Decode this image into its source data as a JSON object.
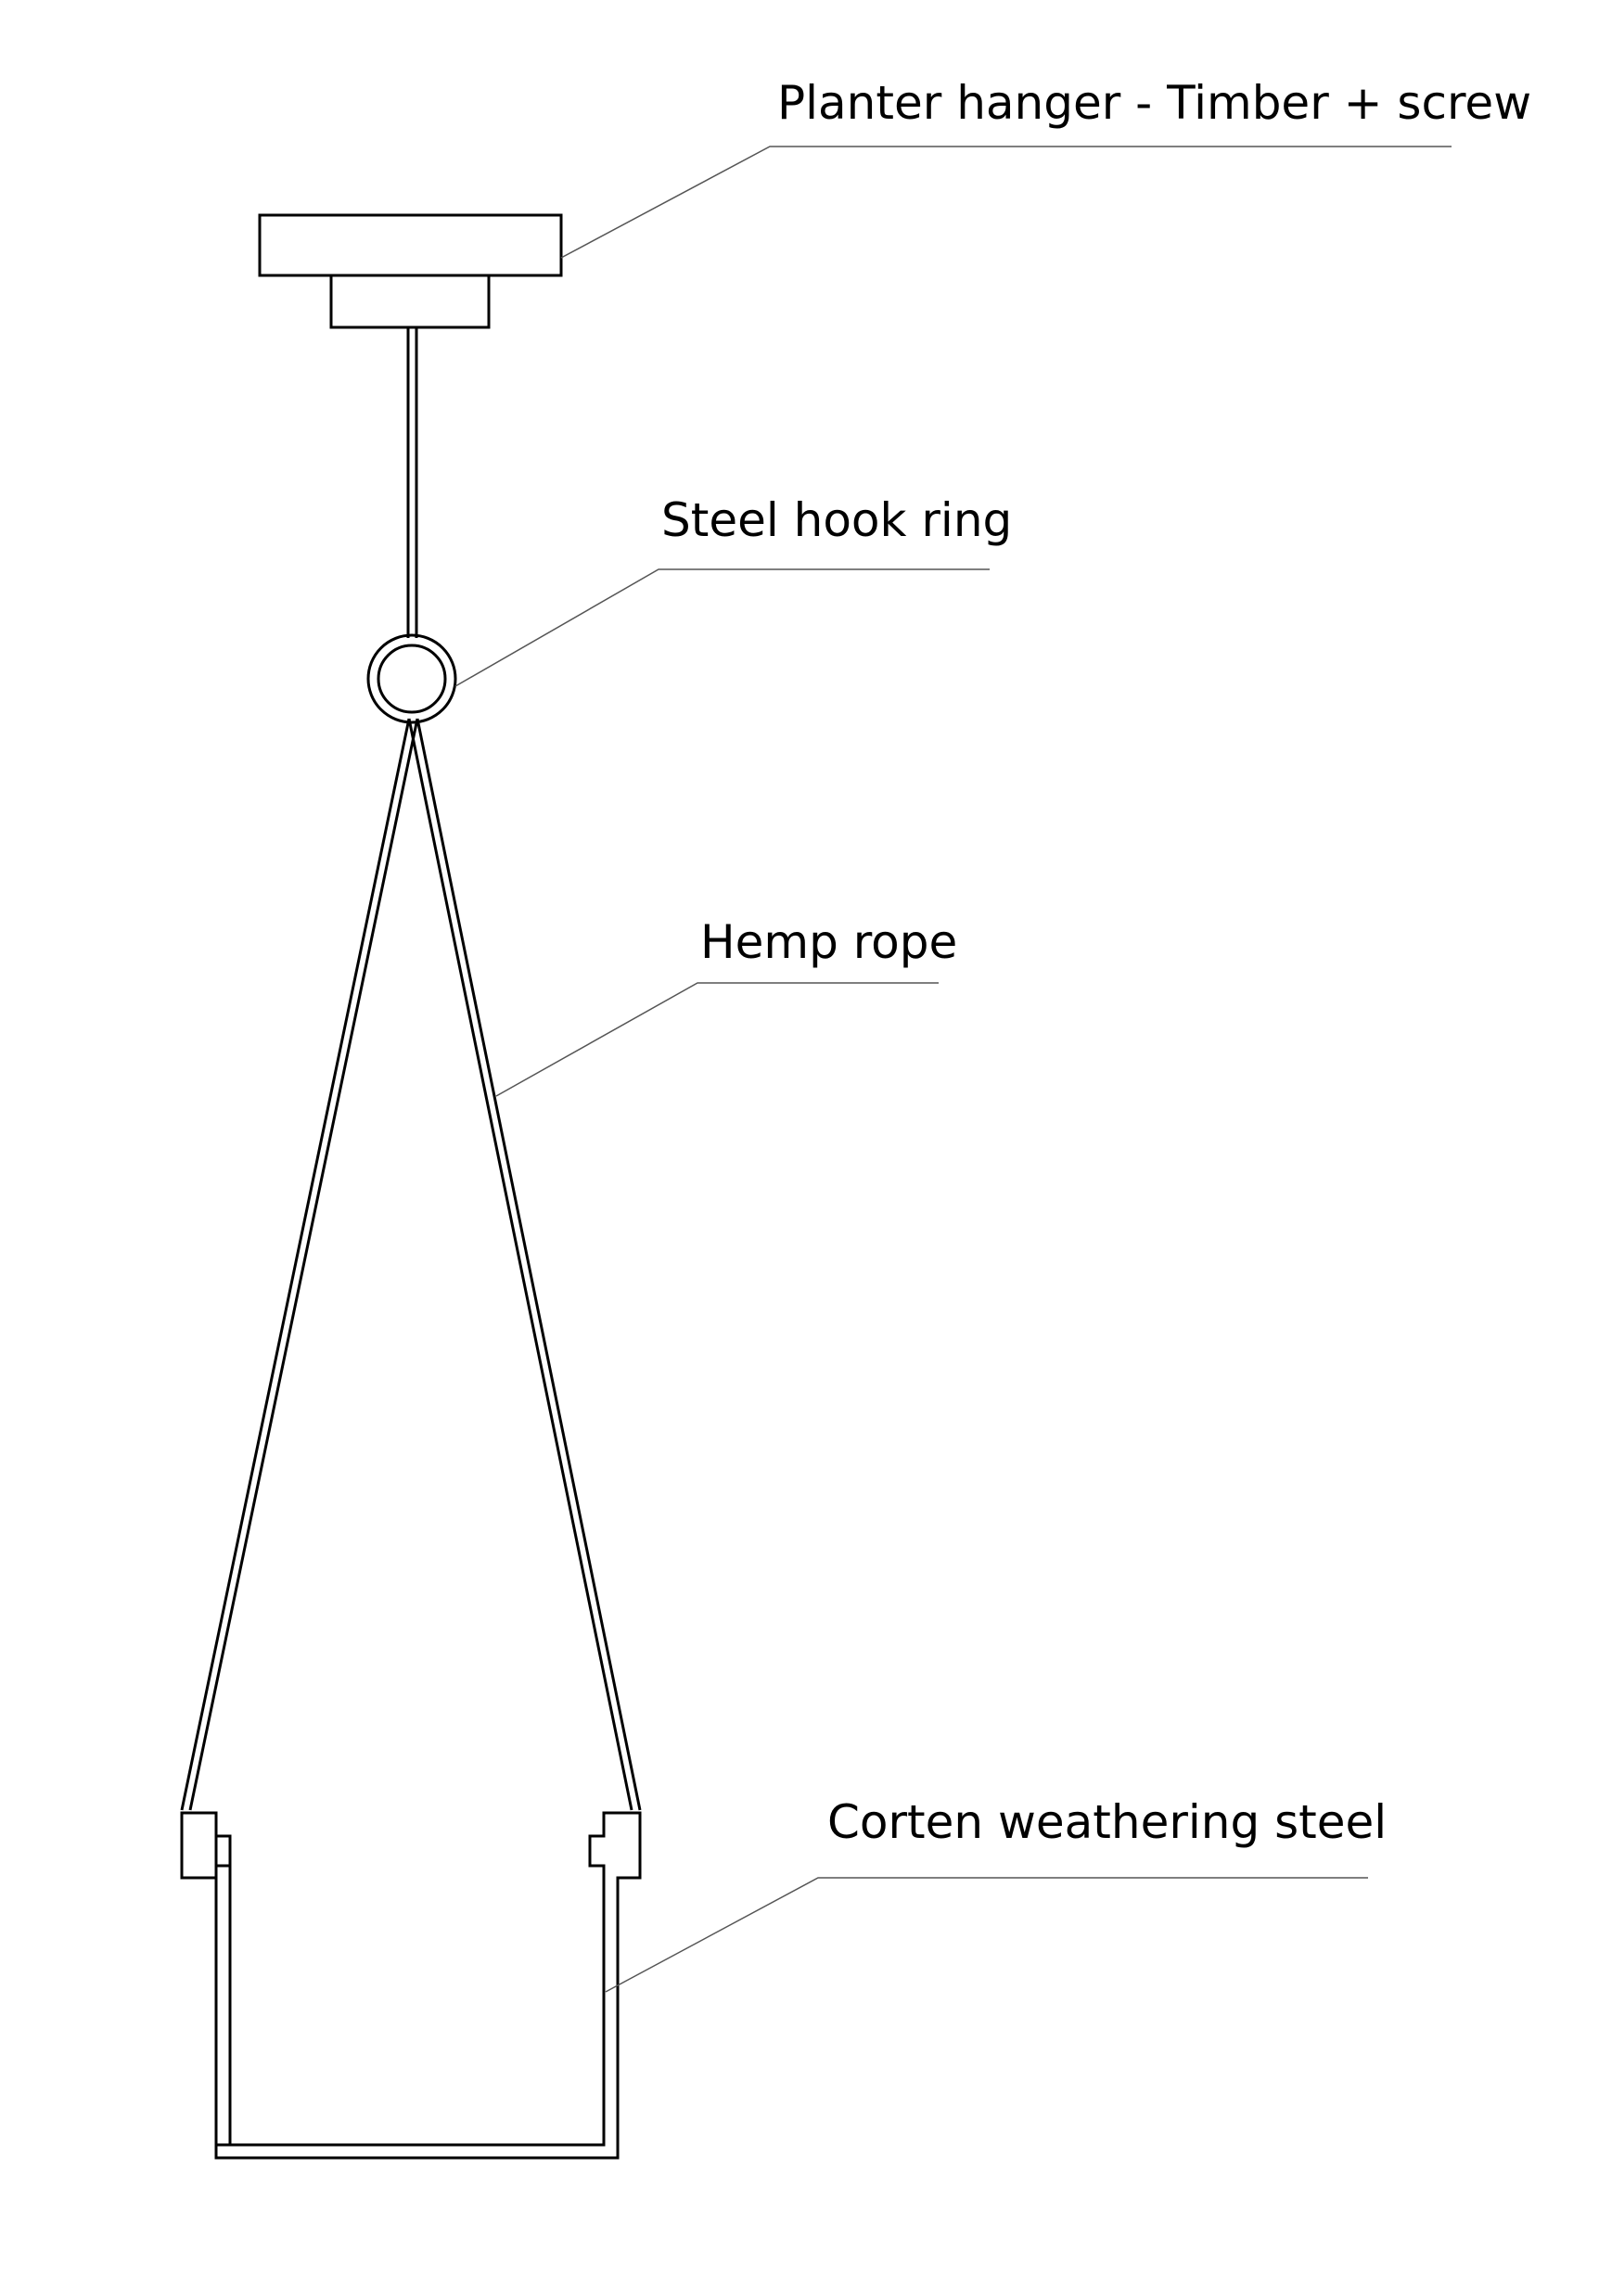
{
  "labels": {
    "hanger": "Planter hanger - Timber + screw",
    "ring": "Steel hook ring",
    "rope": "Hemp rope",
    "planter": "Corten weathering steel"
  }
}
